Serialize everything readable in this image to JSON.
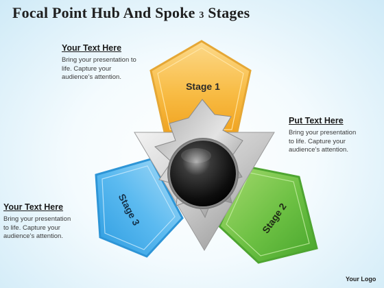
{
  "title": {
    "main": "Focal Point Hub And Spoke",
    "number": "3",
    "tail": "Stages"
  },
  "stages": [
    {
      "label": "Stage 1",
      "color": "#f7b733"
    },
    {
      "label": "Stage 2",
      "color": "#5cb536"
    },
    {
      "label": "Stage 3",
      "color": "#38a9e6"
    }
  ],
  "callouts": [
    {
      "heading": "Your Text Here",
      "lines": [
        "Bring your presentation to",
        "life. Capture your",
        "audience’s attention."
      ]
    },
    {
      "heading": "Put Text Here",
      "lines": [
        "Bring your presentation",
        "to life. Capture your",
        "audience’s attention."
      ]
    },
    {
      "heading": "Your Text Here",
      "lines": [
        "Bring your presentation",
        "to life. Capture your",
        "audience’s attention."
      ]
    }
  ],
  "logo": "Your Logo"
}
